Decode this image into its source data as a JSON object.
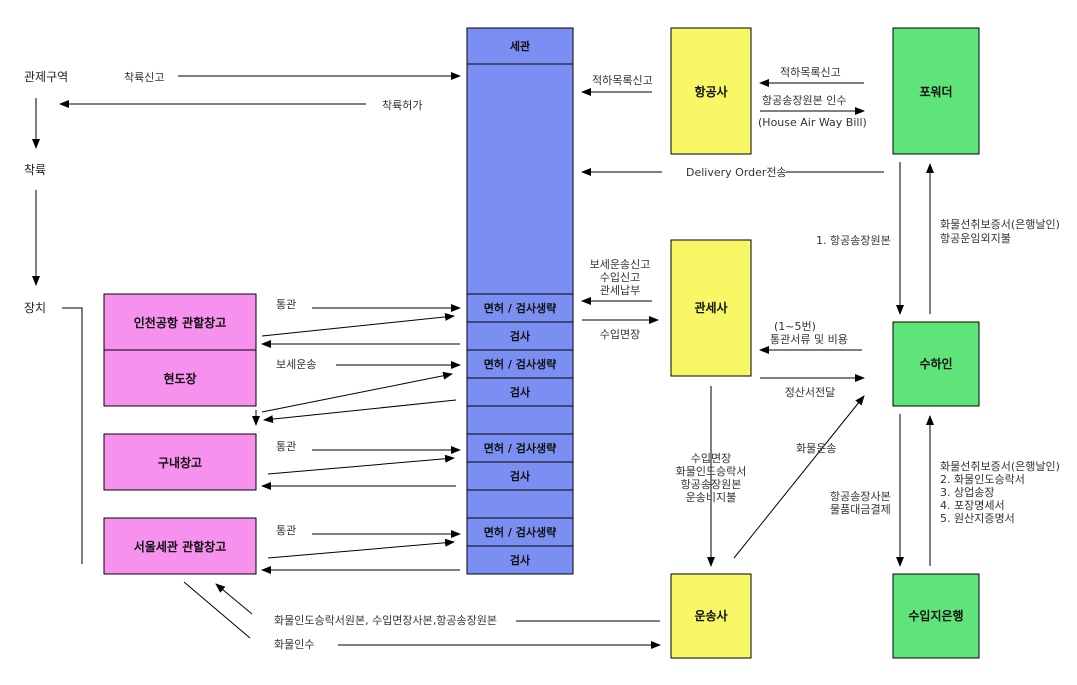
{
  "side_labels": {
    "customs_zone": "관제구역",
    "landing": "착륙",
    "device": "장치"
  },
  "boxes": {
    "airline": "항공사",
    "forwarder": "포워더",
    "customs_broker": "관세사",
    "consignee": "수하인",
    "incheon_warehouse": "인천공항 관할창고",
    "field_site": "현도장",
    "inner_warehouse": "구내창고",
    "seoul_warehouse": "서울세관 관할창고",
    "transporter": "운송사",
    "import_bank": "수입지은행"
  },
  "customs_column": {
    "header": "세관",
    "cells": [
      "면허 / 검사생략",
      "검사",
      "면허 / 검사생략",
      "검사",
      "면허 / 검사생략",
      "검사",
      "면허 / 검사생략",
      "검사"
    ]
  },
  "labels": {
    "landing_report": "착륙신고",
    "landing_permit": "착륙허가",
    "manifest_to_customs": "적하목록신고",
    "manifest_from_forwarder": "적하목록신고",
    "hawb_handover": "항공송장원본 인수",
    "hawb_en": "(House Air Way Bill)",
    "delivery_order": "Delivery Order전송",
    "broker_filing_1": "보세운송신고",
    "broker_filing_2": "수입신고",
    "broker_filing_3": "관세납부",
    "import_license": "수입면장",
    "awb_original": "1. 항공송장원본",
    "guarantee_1": "화물선취보증서(은행날인)",
    "guarantee_2": "항공운임외지불",
    "docs_1": "(1~5번)",
    "docs_2": "통관서류 및 비용",
    "settlement_delivery": "정산서전달",
    "clearance_1": "통관",
    "bonded_transport": "보세운송",
    "clearance_2": "통관",
    "clearance_3": "통관",
    "transport_docs_1": "수입면장",
    "transport_docs_2": "화물인도승락서",
    "transport_docs_3": "항공송장원본",
    "transport_docs_4": "운송비지불",
    "cargo_transport": "화물운송",
    "bank_docs_1": "항공송장사본",
    "bank_docs_2": "물품대금결제",
    "bank_list_1": "화물선취보증서(은행날인)",
    "bank_list_2": "2. 화물인도승락서",
    "bank_list_3": "3. 상업송장",
    "bank_list_4": "4. 포장명세서",
    "bank_list_5": "5. 원산지증명서",
    "delivery_docs": "화물인도승락서원본, 수입면장사본,항공송장원본",
    "cargo_receipt": "화물인수"
  },
  "colors": {
    "customs_blue": "#7b8ff2",
    "yellow": "#f8f866",
    "green": "#5ee478",
    "pink": "#f691ee",
    "stroke": "#000000"
  }
}
